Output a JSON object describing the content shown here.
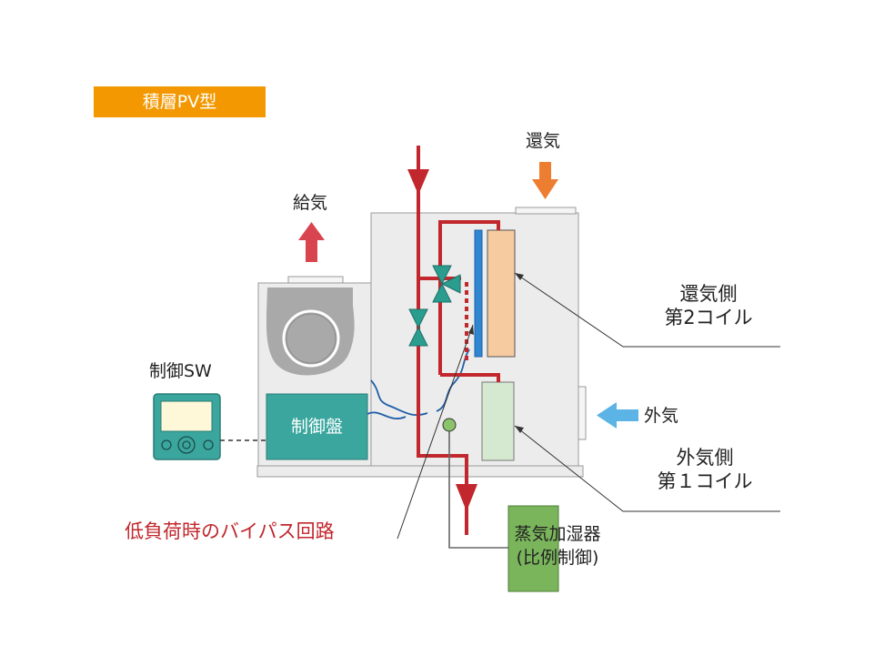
{
  "badge": {
    "label": "積層PV型",
    "color": "#f39800"
  },
  "labels": {
    "supply_air": "給気",
    "return_air": "還気",
    "outside_air": "外気",
    "controller_sw": "制御SW",
    "control_panel": "制御盤",
    "return_coil_line1": "還気側",
    "return_coil_line2": "第2コイル",
    "outside_coil_line1": "外気側",
    "outside_coil_line2": "第１コイル",
    "bypass": "低負荷時のバイパス回路",
    "humidifier_line1": "蒸気加湿器",
    "humidifier_line2": "(比例制御)"
  },
  "colors": {
    "pipe": "#c1272d",
    "supply_arrow": "#d9454f",
    "return_arrow": "#ed7d31",
    "outside_arrow": "#5bb4e5",
    "panel": "#3aa69e",
    "humidifier": "#7ab55c",
    "coil_return": "#f6cba0",
    "coil_outside": "#d5e8d0",
    "valve": "#2a9d8f",
    "wire": "#1f5fa8"
  }
}
